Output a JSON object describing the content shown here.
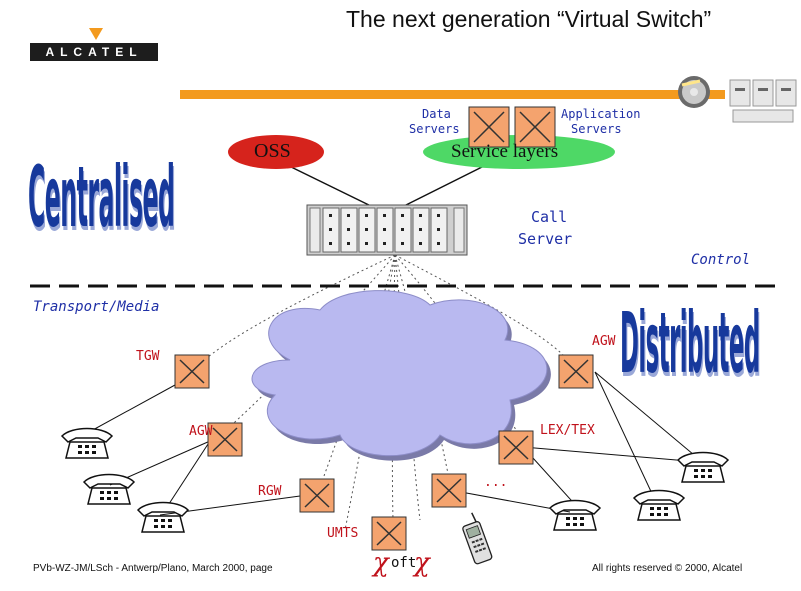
{
  "title": "The next generation “Virtual Switch”",
  "logo": "ALCATEL",
  "labels": {
    "oss": "OSS",
    "service_layers": "Service layers",
    "data_servers": "Data\nServers",
    "data_servers_l1": "Data",
    "data_servers_l2": "Servers",
    "application_servers_l1": "Application",
    "application_servers_l2": "Servers",
    "call_server_l1": "Call",
    "call_server_l2": "Server",
    "control": "Control",
    "transport_media": "Transport/Media",
    "centralised": "Centralised",
    "distributed": "Distributed",
    "tgw": "TGW",
    "agw_right": "AGW",
    "agw_left": "AGW",
    "lex_tex": "LEX/TEX",
    "rgw": "RGW",
    "dots": "...",
    "umts": "UMTS",
    "softx": "oft"
  },
  "footer": {
    "left": "PVb-WZ-JM/LSch - Antwerp/Plano, March 2000, page",
    "right": "All rights reserved © 2000, Alcatel"
  },
  "colors": {
    "orange": "#f39a1e",
    "blue_text": "#1f2fa6",
    "oss_fill": "#d6231c",
    "service_fill": "#4ed866",
    "cloud": "#b9b9f0",
    "gateway": "#f4a36e"
  },
  "icons": [
    "cd-icon",
    "telephone-icon",
    "mobile-phone-icon",
    "gateway-icon",
    "switch-rack-icon"
  ]
}
